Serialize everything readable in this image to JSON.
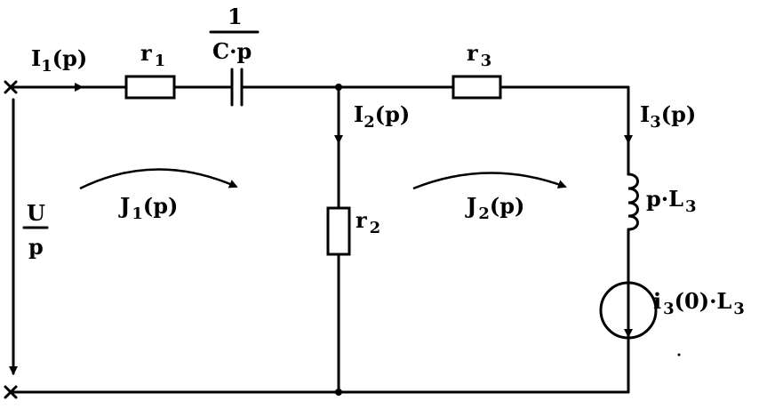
{
  "labels": {
    "i1": "I",
    "i1_sub": "1",
    "i1_arg": "(p)",
    "r1": "r",
    "r1_sub": "1",
    "cap_num": "1",
    "cap_den": "C·p",
    "r3": "r",
    "r3_sub": "3",
    "i2": "I",
    "i2_sub": "2",
    "i2_arg": "(p)",
    "i3": "I",
    "i3_sub": "3",
    "i3_arg": "(p)",
    "j1": "J",
    "j1_sub": "1",
    "j1_arg": "(p)",
    "j2": "J",
    "j2_sub": "2",
    "j2_arg": "(p)",
    "r2": "r",
    "r2_sub": "2",
    "ind": "p·L",
    "ind_sub": "3",
    "u_num": "U",
    "u_den": "p",
    "src": "i",
    "src_sub1": "3",
    "src_mid": "(0)·L",
    "src_sub2": "3"
  }
}
